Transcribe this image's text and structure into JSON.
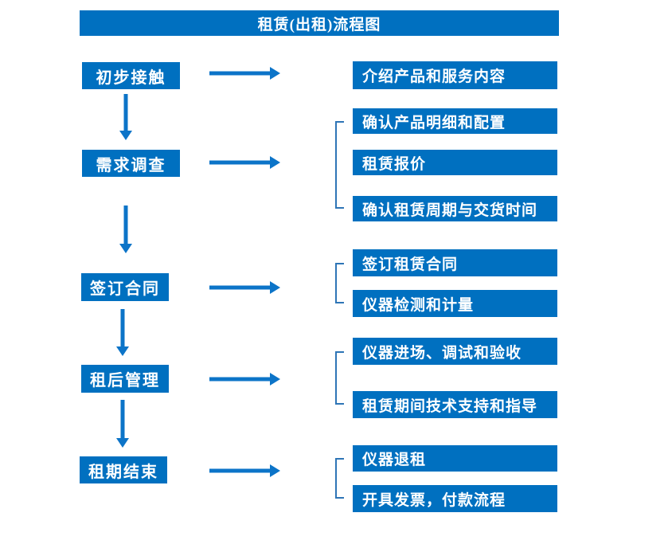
{
  "title": "租赁(出租)流程图",
  "colors": {
    "box_blue": "#0070C0",
    "arrow_blue": "#0C74C8",
    "bracket_blue": "#2E75B6",
    "text_white": "#FFFFFF",
    "background": "#FFFFFF"
  },
  "stages": [
    {
      "label": "初步接触",
      "details": [
        "介绍产品和服务内容"
      ]
    },
    {
      "label": "需求调查",
      "details": [
        "确认产品明细和配置",
        "租赁报价",
        "确认租赁周期与交货时间"
      ]
    },
    {
      "label": "签订合同",
      "details": [
        "签订租赁合同",
        "仪器检测和计量"
      ]
    },
    {
      "label": "租后管理",
      "details": [
        "仪器进场、调试和验收",
        "租赁期间技术支持和指导"
      ]
    },
    {
      "label": "租期结束",
      "details": [
        "仪器退租",
        "开具发票，付款流程"
      ]
    }
  ]
}
